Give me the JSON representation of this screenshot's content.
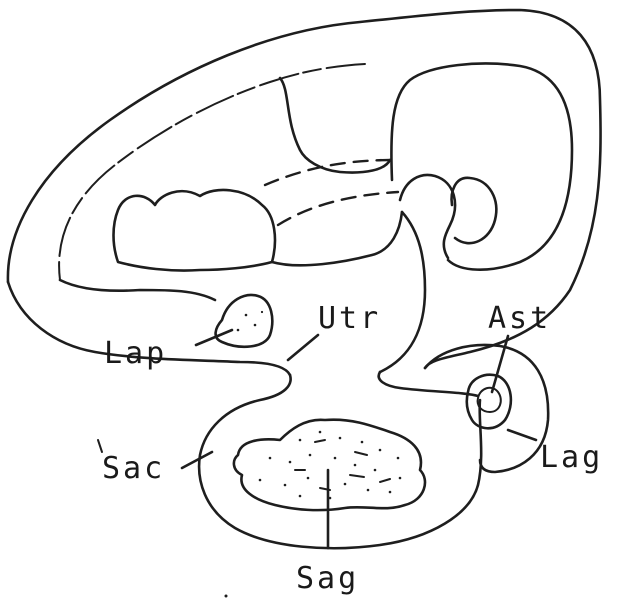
{
  "labels": {
    "utr": "Utr",
    "ast": "Ast",
    "lap": "Lap",
    "lag": "Lag",
    "sac": "Sac",
    "sag": "Sag"
  },
  "colors": {
    "ink": "#1e1e1e",
    "paper": "#ffffff"
  }
}
